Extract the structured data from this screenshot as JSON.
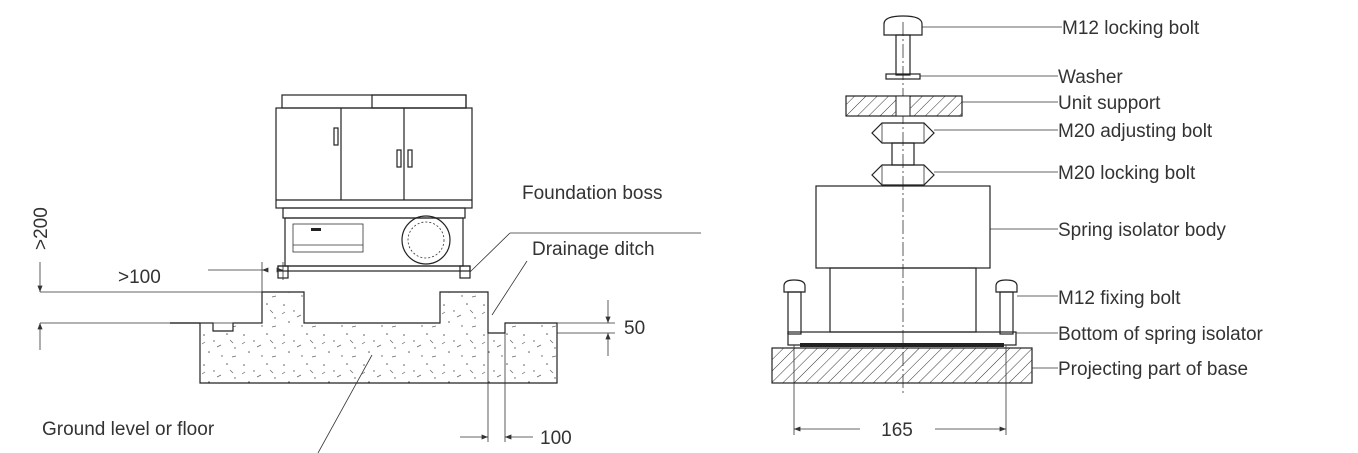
{
  "left": {
    "labels": {
      "foundation_boss": "Foundation boss",
      "drainage_ditch": "Drainage ditch",
      "ground_level": "Ground level or floor"
    },
    "dims": {
      "height_min": ">200",
      "offset_min": ">100",
      "ditch_depth": "50",
      "ditch_width": "100"
    }
  },
  "right": {
    "labels": {
      "m12_locking_bolt": "M12 locking bolt",
      "washer": "Washer",
      "unit_support": "Unit support",
      "m20_adjusting_bolt": "M20 adjusting bolt",
      "m20_locking_bolt": "M20 locking bolt",
      "spring_isolator_body": "Spring isolator body",
      "m12_fixing_bolt": "M12 fixing bolt",
      "bottom_of_spring_isolator": "Bottom of spring isolator",
      "projecting_part_of_base": "Projecting part of base"
    },
    "dims": {
      "base_width": "165"
    }
  }
}
